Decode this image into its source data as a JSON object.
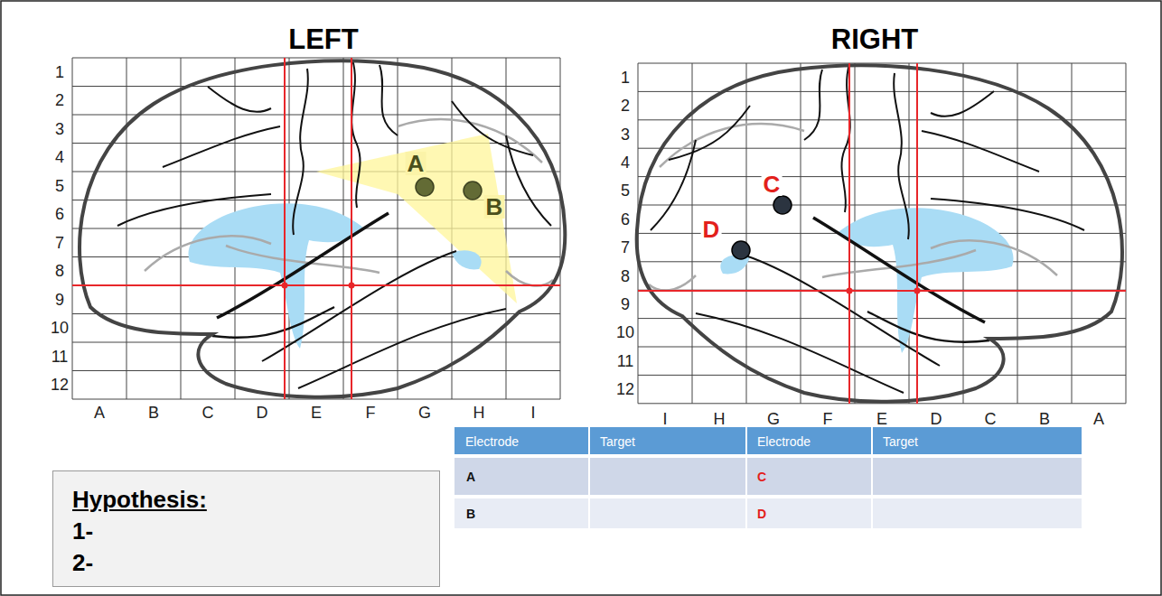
{
  "diagram": {
    "nodes": [
      {
        "text": [
          "Hypothesis:",
          "1-",
          "2-"
        ]
      }
    ],
    "labels": [
      "LEFT",
      "1",
      "2",
      "3",
      "4",
      "5",
      "6",
      "7",
      "8",
      "9",
      "10",
      "11",
      "12",
      "A",
      "B",
      "C",
      "D",
      "E",
      "F",
      "G",
      "H",
      "I",
      "A",
      "B",
      "RIGHT",
      "1",
      "2",
      "3",
      "4",
      "5",
      "6",
      "7",
      "8",
      "9",
      "10",
      "11",
      "12",
      "I",
      "H",
      "G",
      "F",
      "E",
      "D",
      "C",
      "B",
      "A",
      "C",
      "D",
      "Electrode",
      "Target",
      "Electrode",
      "Target",
      "A",
      "C",
      "B",
      "D"
    ]
  }
}
